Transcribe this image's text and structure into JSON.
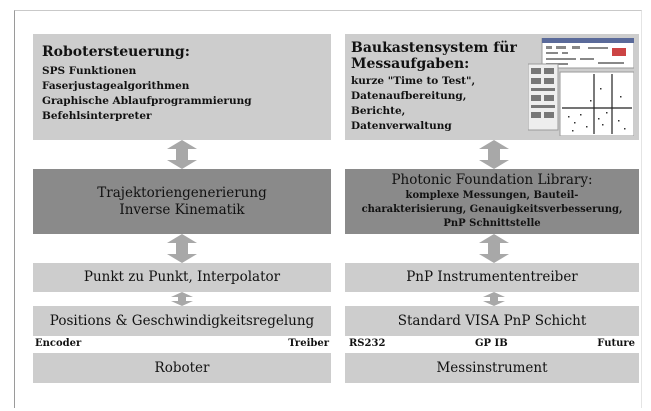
{
  "left": {
    "control": {
      "title": "Robotersteuerung:",
      "items": [
        "SPS Funktionen",
        "Faserjustagealgorithmen",
        "Graphische Ablaufprogrammierung",
        "Befehlsinterpreter"
      ]
    },
    "trajectory": [
      "Trajektoriengenerierung",
      "Inverse Kinematik"
    ],
    "ptp": "Punkt zu Punkt, Interpolator",
    "position": "Positions  & Geschwindigkeitsregelung",
    "encoder": "Encoder",
    "driver": "Treiber",
    "robot": "Roboter"
  },
  "right": {
    "kit": {
      "title_lines": [
        "Baukastensystem für",
        "Messaufgaben:"
      ],
      "items": [
        "kurze \"Time to Test\",",
        "Datenaufbereitung,",
        "Berichte,",
        "Datenverwaltung"
      ]
    },
    "library": {
      "title": "Photonic Foundation Library:",
      "items": [
        "komplexe Messungen, Bauteil-",
        "charakterisierung, Genauigkeitsverbesserung,",
        "PnP Schnittstelle"
      ]
    },
    "pnp_driver": "PnP Instrumententreiber",
    "visa": "Standard VISA PnP Schicht",
    "rs232": "RS232",
    "gpib": "GP IB",
    "future": "Future",
    "instrument": "Messinstrument"
  },
  "colors": {
    "light": "#cdcdcd",
    "dark": "#8a8a8a",
    "arrow": "#a8a8a8"
  }
}
